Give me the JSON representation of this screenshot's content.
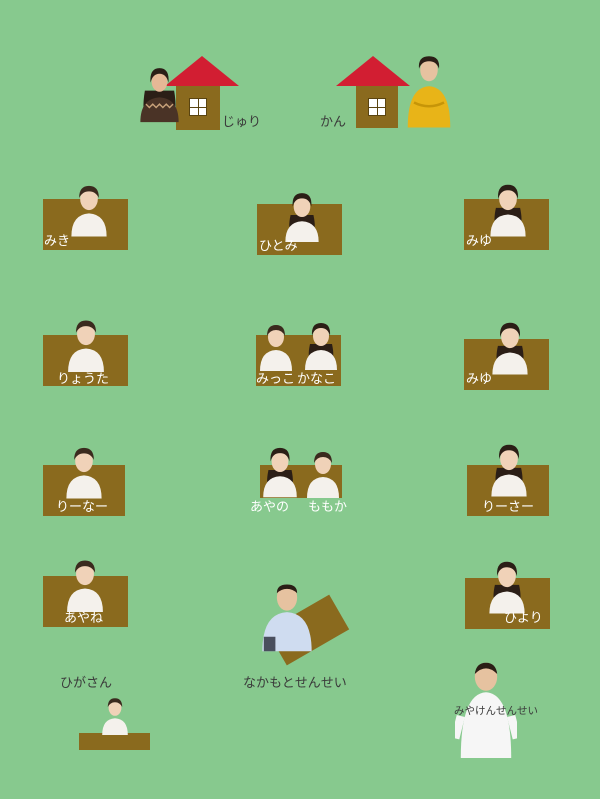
{
  "colors": {
    "background": "#87c98e",
    "desk": "#8a6a1e",
    "roof": "#d21e32",
    "label_white": "#ffffff",
    "label_dark": "#3a3a3a"
  },
  "houses": [
    {
      "id": "juri",
      "label": "じゅり"
    },
    {
      "id": "kan",
      "label": "かん"
    }
  ],
  "seats": [
    {
      "id": "miki",
      "label": "みき"
    },
    {
      "id": "hitomi",
      "label": "ひとみ"
    },
    {
      "id": "miyu1",
      "label": "みゆ"
    },
    {
      "id": "ryouta",
      "label": "りょうた"
    },
    {
      "id": "mikko",
      "label": "みっこ"
    },
    {
      "id": "kanako",
      "label": "かなこ"
    },
    {
      "id": "miyu2",
      "label": "みゆ"
    },
    {
      "id": "riina",
      "label": "りーなー"
    },
    {
      "id": "ayano",
      "label": "あやの"
    },
    {
      "id": "momoka",
      "label": "ももか"
    },
    {
      "id": "riisa",
      "label": "りーさー"
    },
    {
      "id": "ayane",
      "label": "あやね"
    },
    {
      "id": "nakamoto",
      "label": "なかもとせんせい"
    },
    {
      "id": "hiyori",
      "label": "ひより"
    },
    {
      "id": "higa",
      "label": "ひがさん"
    },
    {
      "id": "miyaken",
      "label": "みやけんせんせい"
    }
  ]
}
